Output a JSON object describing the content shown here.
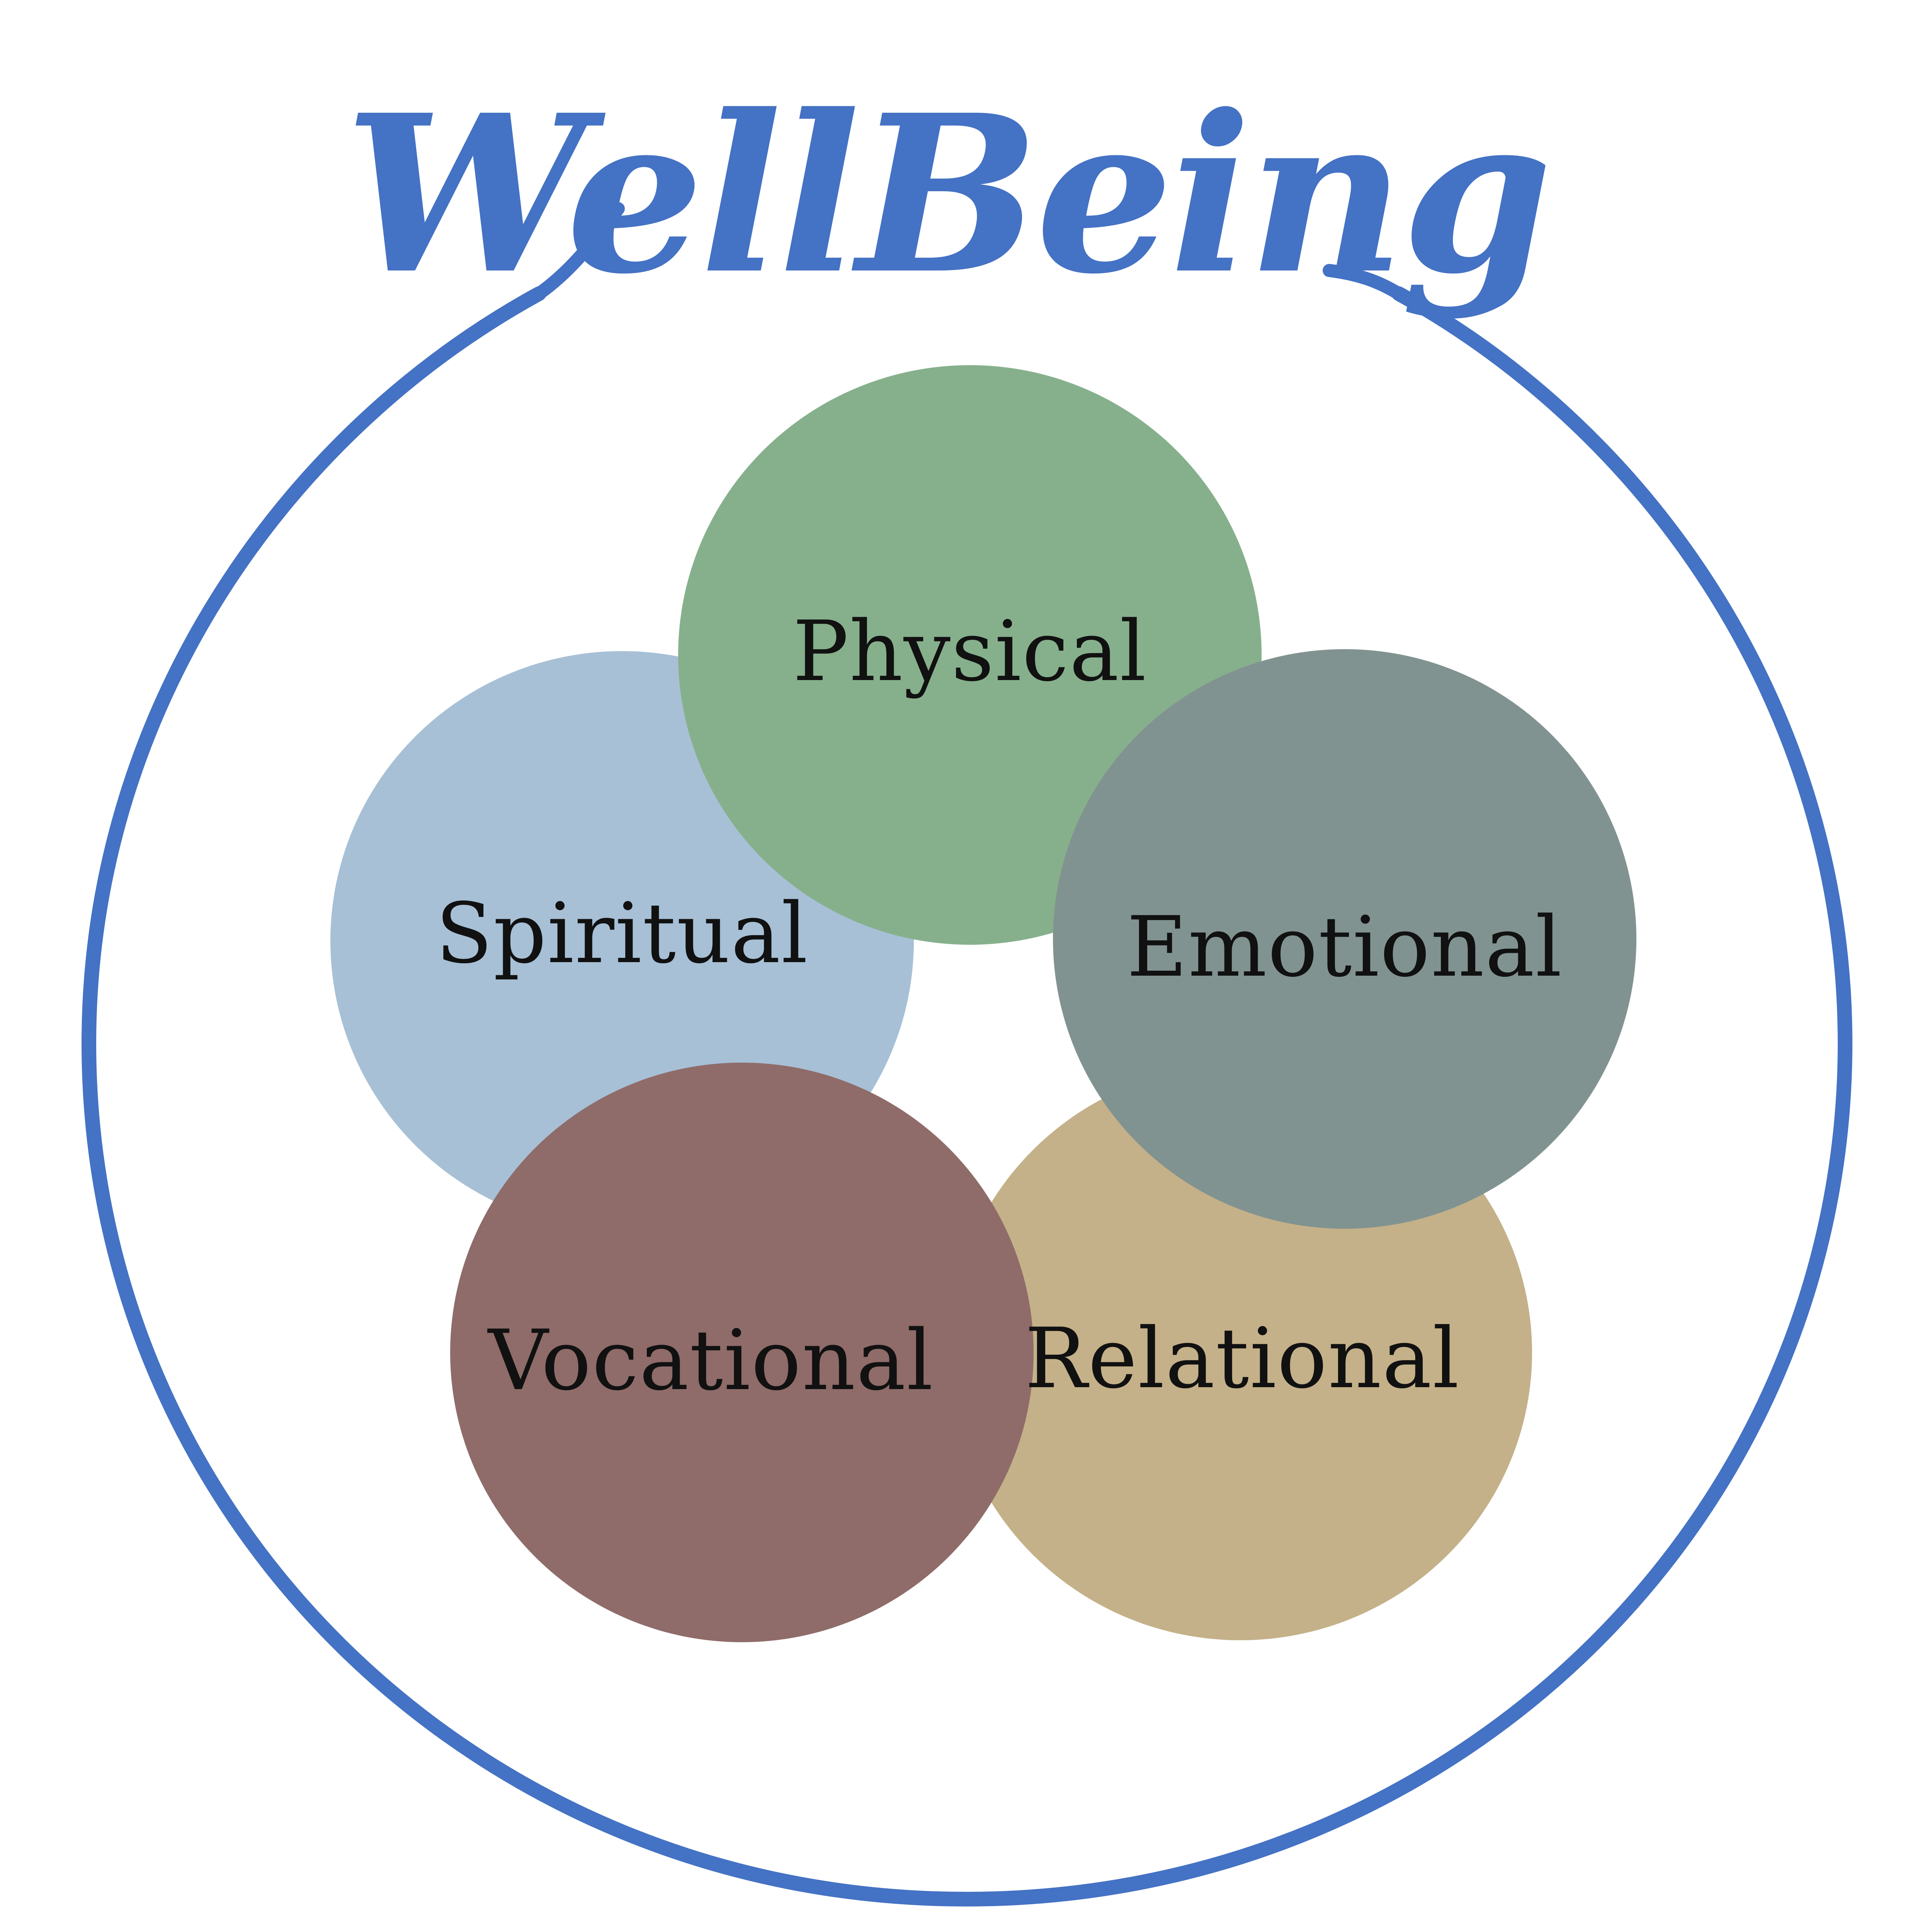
{
  "title": "WellBeing",
  "colors": {
    "accent": "#4472c4",
    "physical": "#86b08c",
    "spiritual": "#a7c0d6",
    "emotional": "#819391",
    "vocational": "#8f6c69",
    "relational": "#c4b189",
    "text": "#111111"
  },
  "domains": [
    {
      "id": "physical",
      "label": "Physical"
    },
    {
      "id": "spiritual",
      "label": "Spiritual"
    },
    {
      "id": "emotional",
      "label": "Emotional"
    },
    {
      "id": "vocational",
      "label": "Vocational"
    },
    {
      "id": "relational",
      "label": "Relational"
    }
  ]
}
